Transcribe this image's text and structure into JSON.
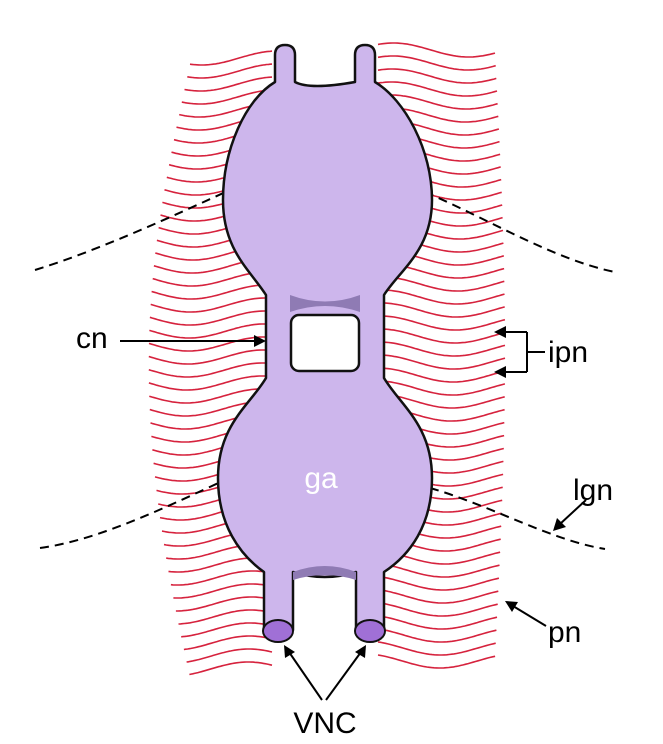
{
  "labels": {
    "cn": "cn",
    "ipn": "ipn",
    "ga": "ga",
    "lgn": "lgn",
    "pn": "pn",
    "vnc": "VNC"
  },
  "colors": {
    "ganglion_fill": "#cdb6ec",
    "ganglion_shade": "#8f7bb4",
    "ganglion_stroke": "#111111",
    "vnc_end_fill": "#a070d6",
    "nerve": "#d6223d",
    "ga_text": "#ffffff",
    "line": "#000000"
  }
}
